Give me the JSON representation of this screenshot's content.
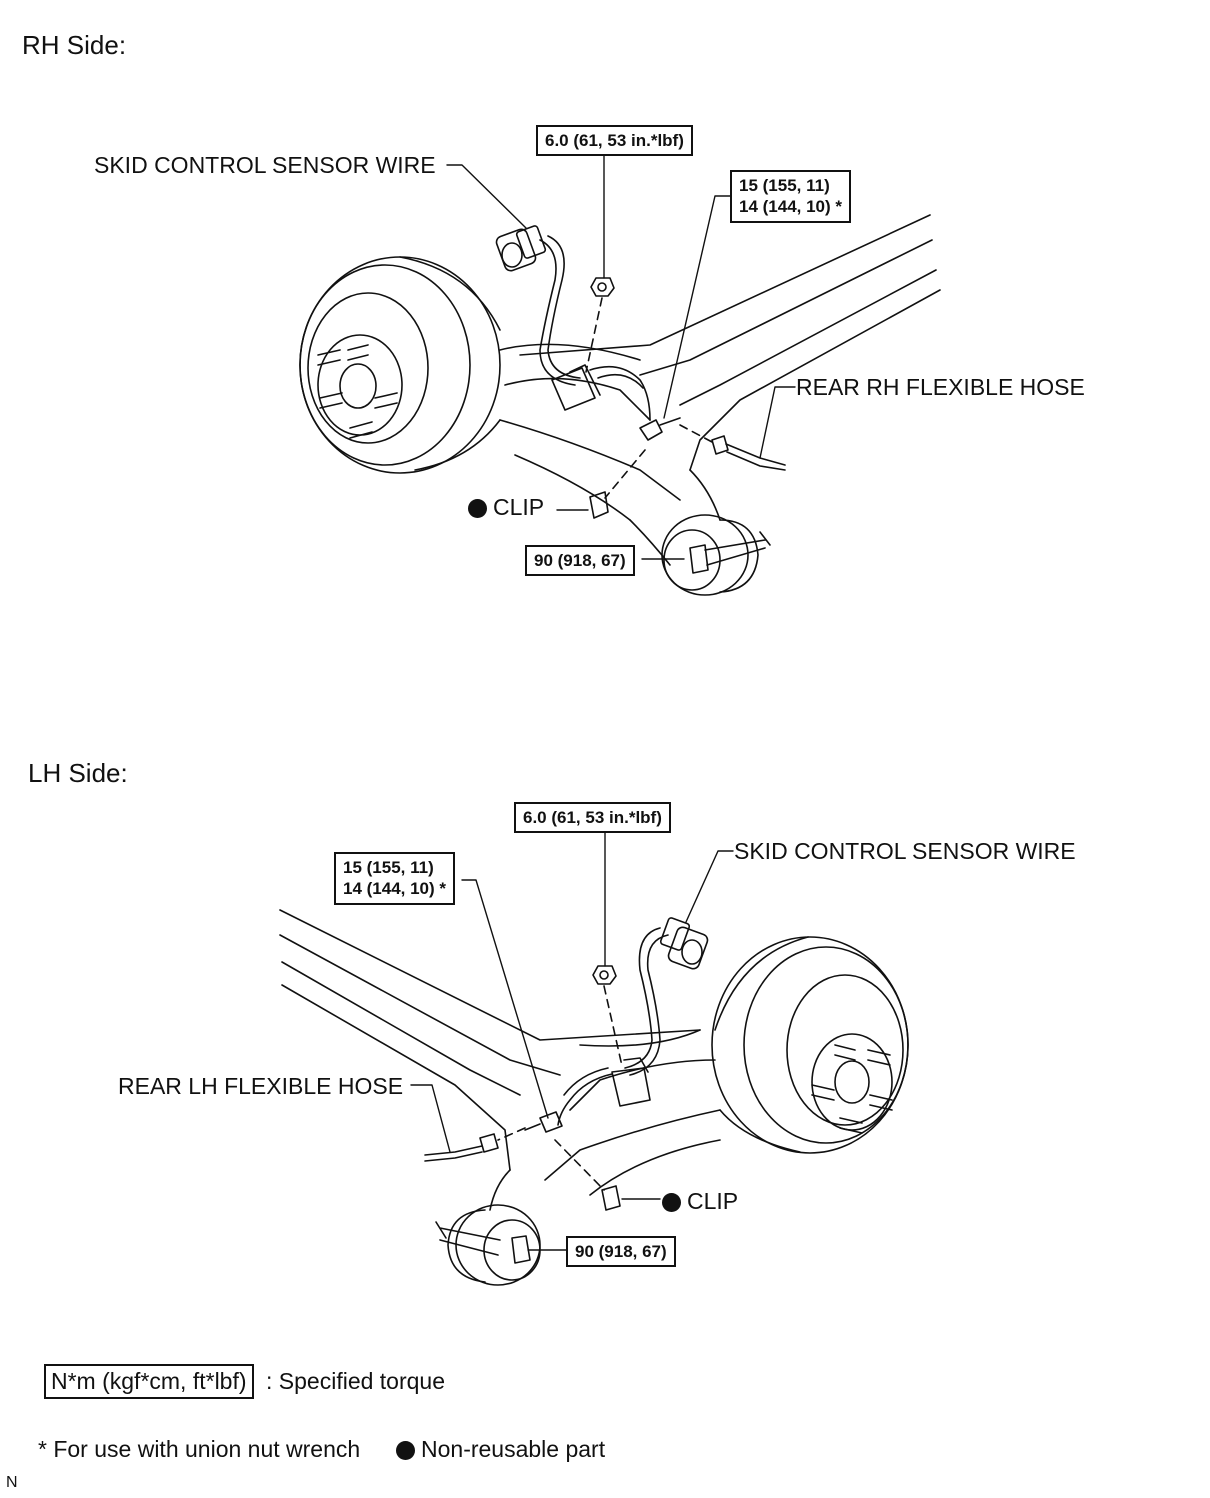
{
  "rh": {
    "heading": "RH Side:",
    "sensor_wire_label": "SKID CONTROL SENSOR WIRE",
    "torque_sensor_bolt": "6.0 (61, 53 in.*lbf)",
    "torque_union_1": "15 (155, 11)",
    "torque_union_2": "14 (144, 10) *",
    "flexible_hose_label": "REAR RH FLEXIBLE HOSE",
    "clip_label": "CLIP",
    "torque_axle_bolt": "90 (918, 67)"
  },
  "lh": {
    "heading": "LH Side:",
    "sensor_wire_label": "SKID CONTROL SENSOR WIRE",
    "torque_sensor_bolt": "6.0 (61, 53 in.*lbf)",
    "torque_union_1": "15 (155, 11)",
    "torque_union_2": "14 (144, 10) *",
    "flexible_hose_label": "REAR LH FLEXIBLE HOSE",
    "clip_label": "CLIP",
    "torque_axle_bolt": "90 (918, 67)"
  },
  "legend": {
    "torque_unit_box": "N*m (kgf*cm, ft*lbf)",
    "torque_unit_desc": ": Specified torque",
    "union_note": "* For use with union nut wrench",
    "non_reusable": "Non-reusable part"
  },
  "footer_code": "N"
}
